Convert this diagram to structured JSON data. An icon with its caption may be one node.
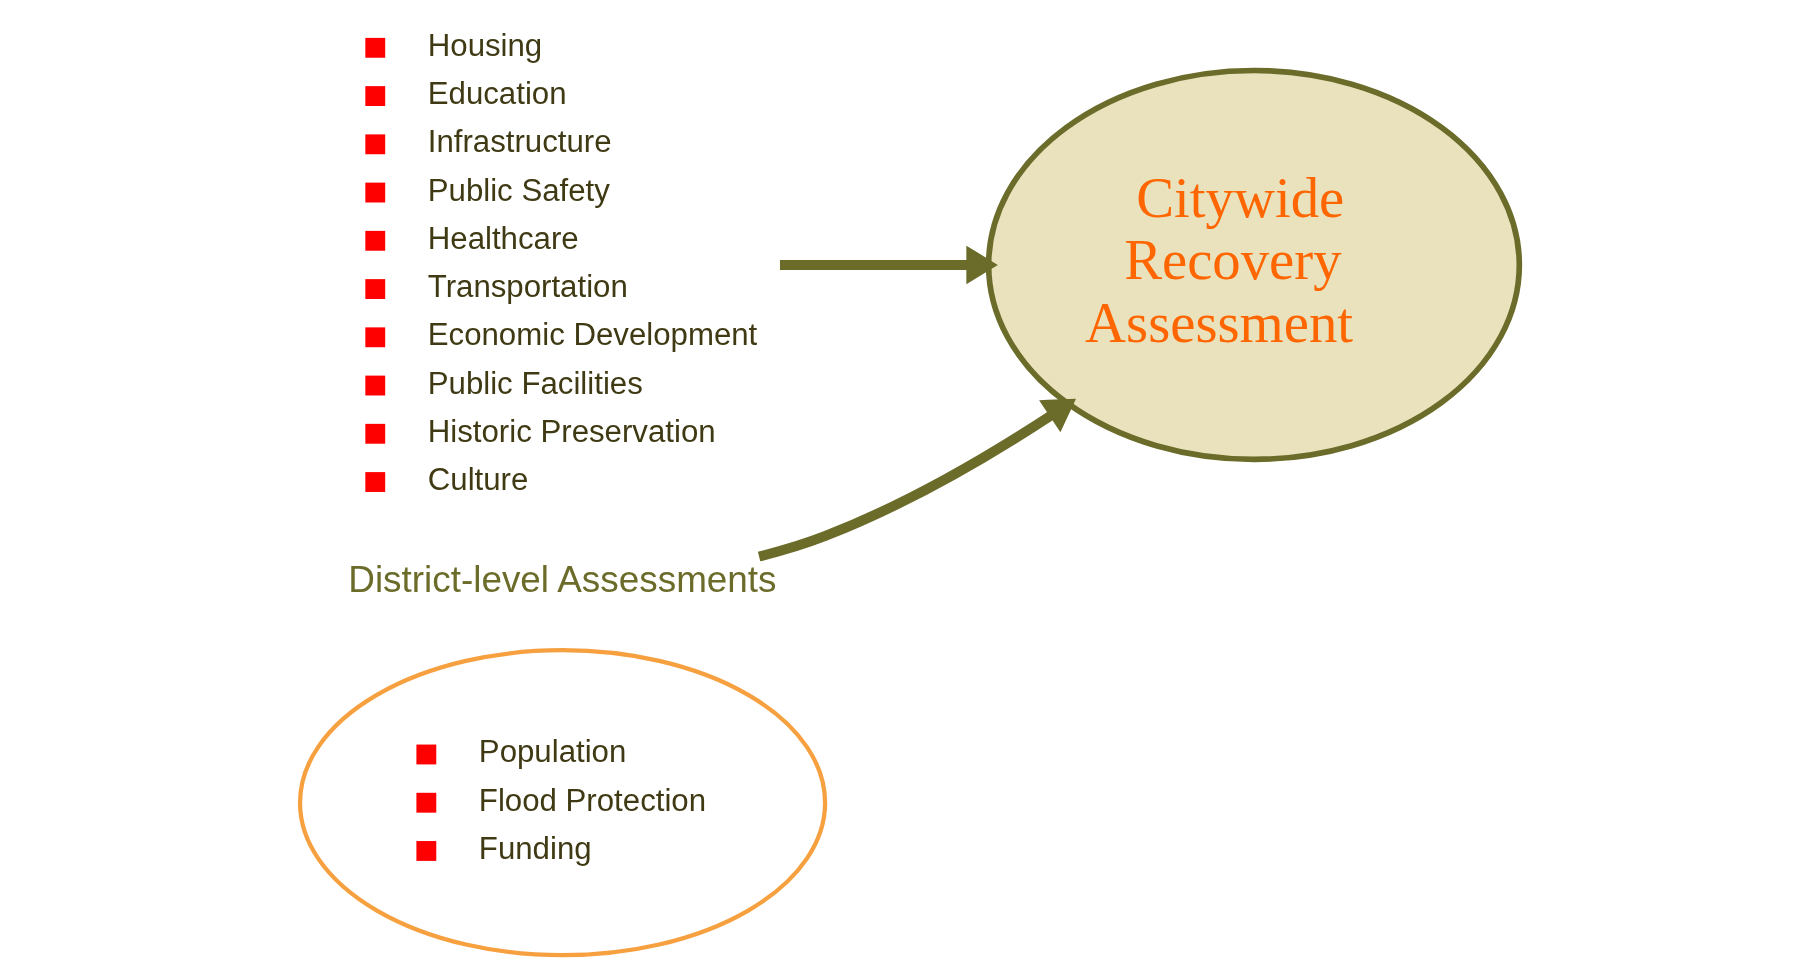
{
  "diagram": {
    "nodes": [
      {
        "text": [
          "Population",
          "Flood Protection",
          "Funding"
        ]
      },
      {
        "text": [
          "Housing",
          "Education",
          "Infrastructure",
          "Public Safety",
          "Healthcare",
          "Transportation",
          "Economic Development",
          "Public Facilities",
          "Historic Preservation",
          "Culture"
        ]
      },
      {
        "text": [
          "Citywide Recovery Assessment"
        ]
      },
      {
        "text": [
          "District-level Assessments"
        ]
      }
    ],
    "edges": [
      {
        "from": 1,
        "to": 2,
        "arrow": "to"
      },
      {
        "from": 3,
        "to": 2,
        "arrow": "to"
      }
    ]
  }
}
